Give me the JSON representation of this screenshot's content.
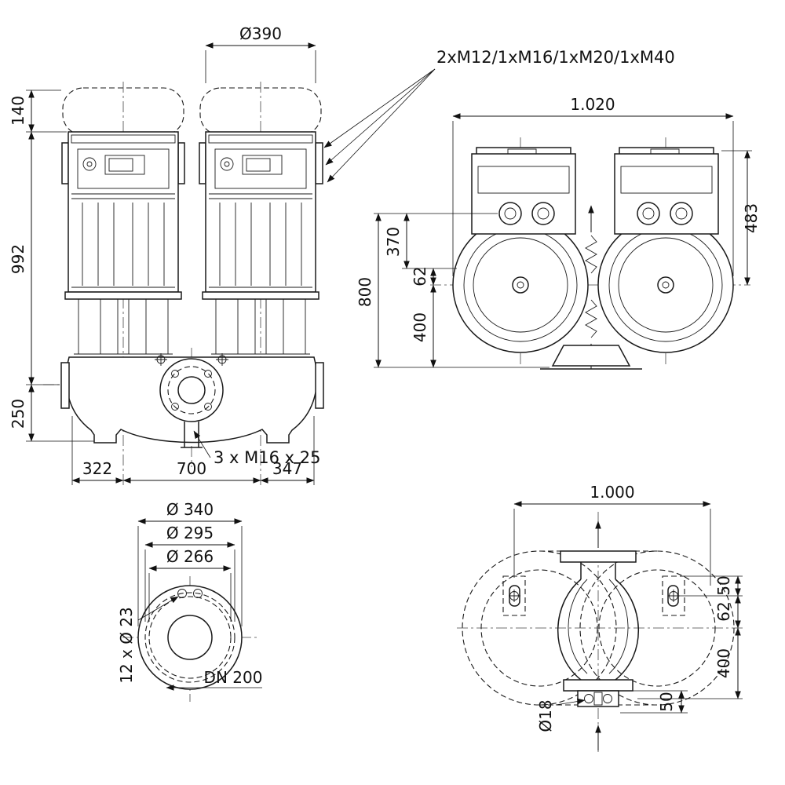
{
  "front_view": {
    "dia_390": "Ø390",
    "h_140": "140",
    "h_992": "992",
    "h_250": "250",
    "w_322": "322",
    "w_700": "700",
    "w_347": "347",
    "flange_screws": "3 x M16 x 25",
    "cable_glands": "2xM12/1xM16/1xM20/1xM40"
  },
  "side_view": {
    "w_1020": "1.020",
    "h_483": "483",
    "h_370": "370",
    "h_62": "62",
    "h_800": "800",
    "h_400": "400"
  },
  "flange_view": {
    "dia_340": "Ø 340",
    "dia_295": "Ø 295",
    "dia_266": "Ø 266",
    "bolt_holes": "12 x Ø 23",
    "nominal": "DN 200"
  },
  "top_view": {
    "w_1000": "1.000",
    "h_50_upper": "50",
    "h_62": "62",
    "h_400": "400",
    "dia_18": "Ø18",
    "h_50_lower": "50"
  }
}
